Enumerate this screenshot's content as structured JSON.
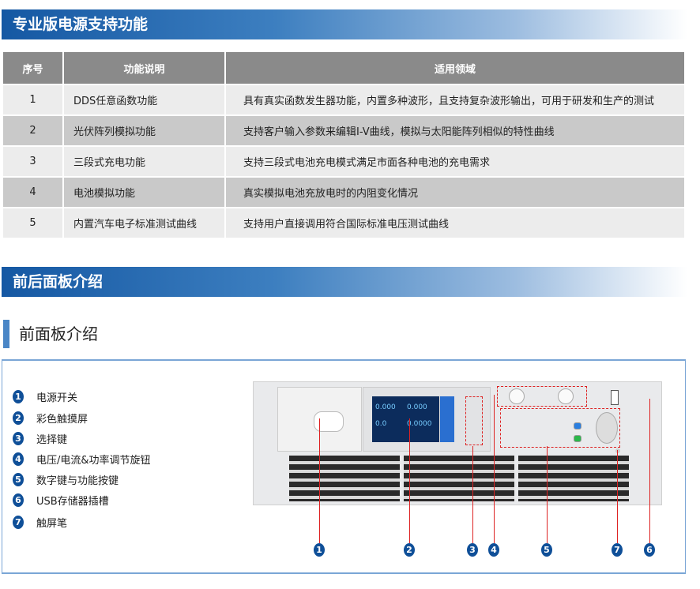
{
  "section1": {
    "title": "专业版电源支持功能"
  },
  "table": {
    "headers": [
      "序号",
      "功能说明",
      "适用领域"
    ],
    "rows": [
      {
        "no": "1",
        "func": "DDS任意函数功能",
        "use": "具有真实函数发生器功能，内置多种波形，且支持复杂波形输出，可用于研发和生产的测试"
      },
      {
        "no": "2",
        "func": "光伏阵列模拟功能",
        "use": "支持客户输入参数来编辑I-V曲线，模拟与太阳能阵列相似的特性曲线"
      },
      {
        "no": "3",
        "func": "三段式充电功能",
        "use": "支持三段式电池充电模式满足市面各种电池的充电需求"
      },
      {
        "no": "4",
        "func": "电池模拟功能",
        "use": "真实模拟电池充放电时的内阻变化情况"
      },
      {
        "no": "5",
        "func": "内置汽车电子标准测试曲线",
        "use": "支持用户直接调用符合国际标准电压测试曲线"
      }
    ]
  },
  "section2": {
    "title": "前后面板介绍",
    "subtitle": "前面板介绍"
  },
  "legend": [
    {
      "n": "1",
      "label": "电源开关"
    },
    {
      "n": "2",
      "label": "彩色触摸屏"
    },
    {
      "n": "3",
      "label": "选择键"
    },
    {
      "n": "4",
      "label": "电压/电流&功率调节旋钮"
    },
    {
      "n": "5",
      "label": "数字键与功能按键"
    },
    {
      "n": "6",
      "label": "USB存储器插槽"
    },
    {
      "n": "7",
      "label": "触屏笔"
    }
  ],
  "screen": {
    "v": "0.000",
    "i": "0.000",
    "p": "0.0",
    "r": "0.0000"
  },
  "colors": {
    "brand": "#1558a3",
    "callout": "#0f4f98",
    "leader": "#dd2222"
  }
}
